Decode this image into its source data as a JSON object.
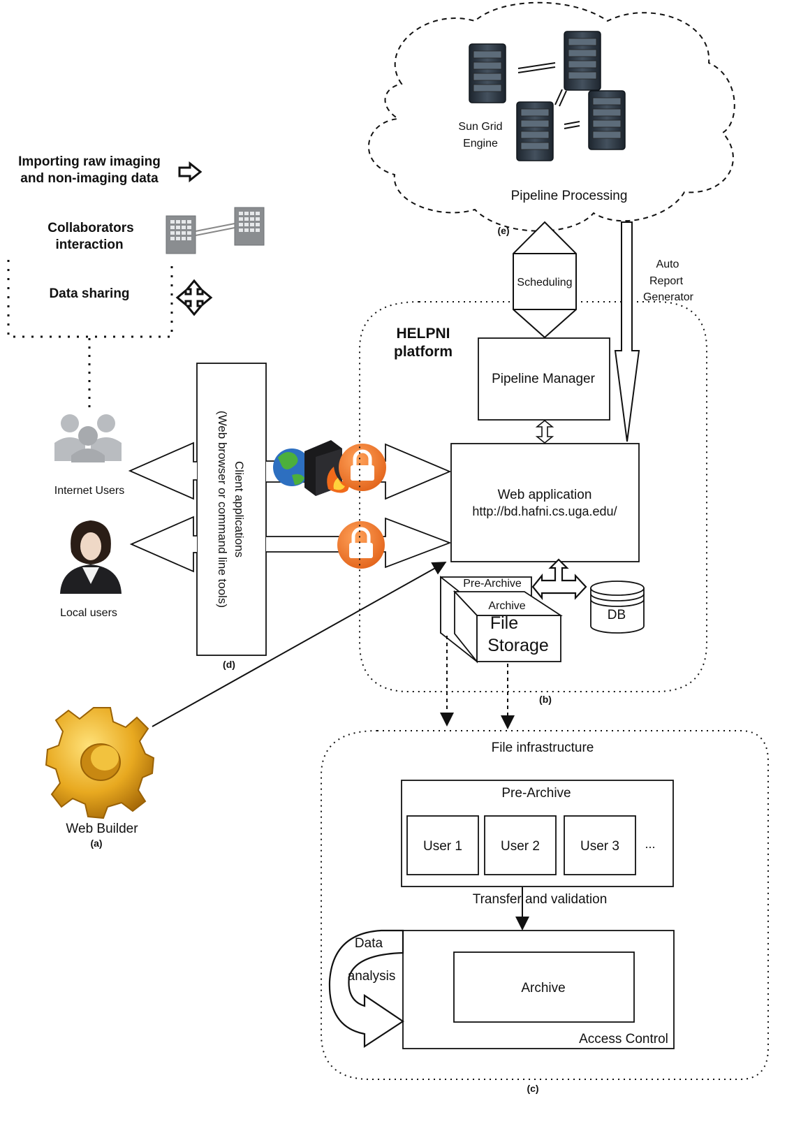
{
  "cloud": {
    "sge_line1": "Sun Grid",
    "sge_line2": "Engine",
    "title": "Pipeline Processing",
    "marker": "(e)"
  },
  "legend": {
    "importing_line1": "Importing raw imaging",
    "importing_line2": "and non-imaging data",
    "collab_line1": "Collaborators",
    "collab_line2": "interaction",
    "sharing": "Data sharing"
  },
  "arrows": {
    "scheduling": "Scheduling",
    "auto_line1": "Auto",
    "auto_line2": "Report",
    "auto_line3": "Generator"
  },
  "platform": {
    "title_line1": "HELPNI",
    "title_line2": "platform",
    "pipeline_manager": "Pipeline Manager",
    "web_app_line1": "Web application",
    "web_app_line2": "http://bd.hafni.cs.uga.edu/",
    "pre_archive": "Pre-Archive",
    "archive": "Archive",
    "file_line1": "File",
    "file_line2": "Storage",
    "db": "DB",
    "marker": "(b)"
  },
  "client": {
    "line1": "Client applications",
    "line2": "(Web browser or command  line tools)",
    "marker": "(d)"
  },
  "users": {
    "internet": "Internet Users",
    "local": "Local users"
  },
  "builder": {
    "label": "Web Builder",
    "marker": "(a)"
  },
  "infrastructure": {
    "title": "File infrastructure",
    "pre_archive": "Pre-Archive",
    "users": [
      "User 1",
      "User 2",
      "User 3"
    ],
    "ellipsis": "...",
    "transfer": "Transfer and validation",
    "archive": "Archive",
    "access_control": "Access Control",
    "data_line1": "Data",
    "data_line2": "analysis",
    "marker": "(c)"
  },
  "colors": {
    "lock": "#f07c2c",
    "server": "#2e3a46",
    "gear": "#e8a920",
    "globe_sea": "#2d6fc0",
    "globe_land": "#4caf3c",
    "person": "#b9bcc0"
  }
}
